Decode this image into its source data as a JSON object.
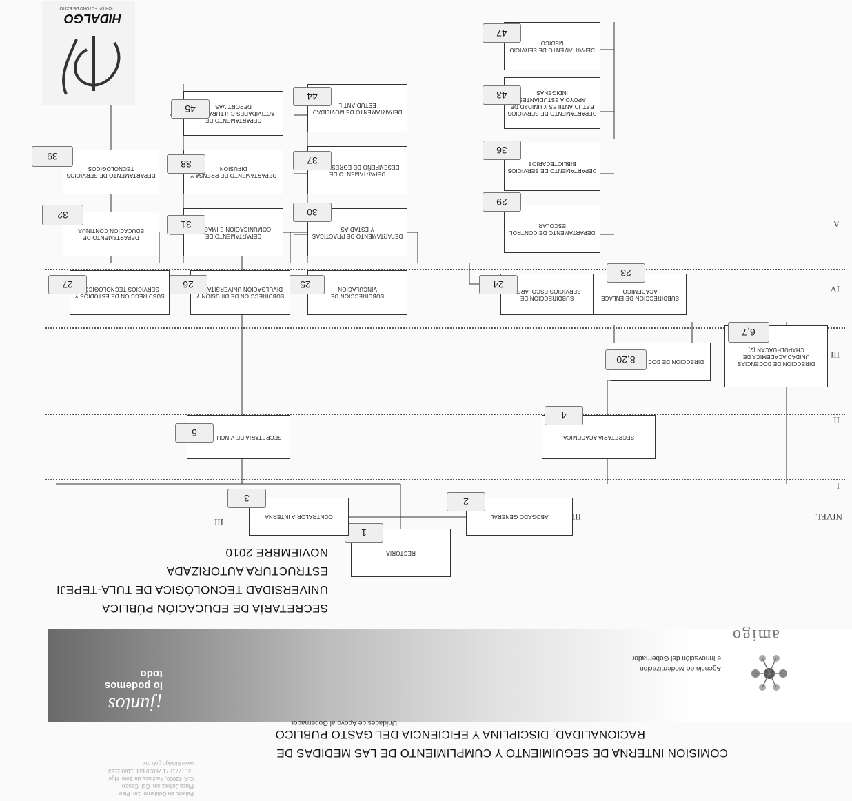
{
  "header": {
    "logo_text": "HIDALGO",
    "logo_sub": "POR UN FUTURO DE EXITO",
    "title_lines": [
      "SECRETARÍA DE EDUCACIÓN PÚBLICA",
      "UNIVERSIDAD TECNOLÓGICA DE TULA-TEPEJI",
      "ESTRUCTURA AUTORIZADA",
      "NOVIEMBRE 2010"
    ]
  },
  "levels": {
    "nivel": "NIVEL",
    "i": "I",
    "ii": "II",
    "iii": "III",
    "iv": "IV",
    "a": "A",
    "iii_left_a": "III",
    "iii_left_b": "III"
  },
  "boxes": {
    "rectoria": "RECTORIA",
    "abogado": "ABOGADO GENERAL",
    "contraloria": "CONTRALORIA INTERNA",
    "sec_vinculacion": "SECRETARIA DE VINCULACION",
    "sec_academica": "SECRETARIA ACADEMICA",
    "dir_docencia_chapul": "DIRECCION DE DOCENCIAS UNIDAD ACADEMICA DE CHAPULHUACAN (2)",
    "dir_docencia": "DIRECCION DE DOCENCIAS (7)",
    "sub_enlace": "SUBDIRECCION DE ENLACE ACADEMICO",
    "sub_servicios": "SUBDIRECCION DE SERVICIOS ESCOLARES",
    "sub_vinc": "SUBDIRECCION DE VINCULACION",
    "sub_difusion": "SUBDIRECCION DE DIFUSION Y DIVULGACION UNIVERSITARIA",
    "sub_estudios": "SUBDIRECCION DE ESTUDIOS Y SERVICIOS TECNOLOGICOS",
    "dep_control": "DEPARTAMENTO DE CONTROL ESCOLAR",
    "dep_biblio": "DEPARTAMENTO DE SERVICIOS BIBLIOTECARIOS",
    "dep_estudiantiles": "DEPARTAMENTO DE SERVICIOS ESTUDIANTILES Y UNIDAD DE APOYO A ESTUDIANTES INDIGENAS",
    "dep_medico": "DEPARTAMENTO DE SERVICIO MEDICO",
    "dep_practicas": "DEPARTAMENTO DE PRACTICAS Y ESTADIAS",
    "dep_egresados": "DEPARTAMENTO DE DESEMPEÑO DE EGRESADOS",
    "dep_movilidad": "DEPARTAMENTO DE MOVILIDAD ESTUDIANTIL",
    "dep_comunicacion": "DEPARTAMENTO DE COMUNICACION E IMAGEN",
    "dep_prensa": "DEPARTAMENTO DE PRENSA Y DIFUSION",
    "dep_actividades": "DEPARTAMENTO DE ACTIVIDADES CULTURALES Y DEPORTIVAS",
    "dep_educacion": "DEPARTAMENTO DE EDUCACION CONTINUA",
    "dep_tecnologicos": "DEPARTAMENTO DE SERVICIOS TECNOLOGICOS"
  },
  "badges": {
    "b1": "1",
    "b2": "2",
    "b3": "3",
    "b4": "4",
    "b5": "5",
    "b67": "6,7",
    "b820": "8,20",
    "b23": "23",
    "b24": "24",
    "b25": "25",
    "b26": "26",
    "b27": "27",
    "b29": "29",
    "b36": "36",
    "b43": "43",
    "b47": "47",
    "b30": "30",
    "b37": "37",
    "b44": "44",
    "b31": "31",
    "b38": "38",
    "b45": "45",
    "b32": "32",
    "b39": "39"
  },
  "footer": {
    "amigo": "amigo",
    "agencia_1": "Agencia de Modernización",
    "agencia_2": "e Innovación del Gobernador",
    "juntos": "¡juntos",
    "juntos_2": "lo podemos",
    "juntos_3": "todo",
    "comision_1": "COMISION INTERNA DE SEGUIMIENTO Y CUMPLIMIENTO DE LAS MEDIDAS DE",
    "comision_2": "RACIONALIDAD, DISCIPLINA Y EFICIENCIA DEL GASTO PUBLICO",
    "unidad": "Unidades de Apoyo al Gobernador",
    "addr_1": "Palacio de Gobierno, 1er. Piso",
    "addr_2": "Plaza Juárez s/n, Col. Centro",
    "addr_3": "C.P. 42000, Pachuca de Soto, Hgo.",
    "addr_4": "Tel. (771) 71 76000 Ext. 1160/1163",
    "addr_5": "www.hidalgo.gob.mx"
  },
  "colors": {
    "line": "#333333",
    "badge_bg": "#efefef",
    "band_dark": "#5a5a5a"
  }
}
